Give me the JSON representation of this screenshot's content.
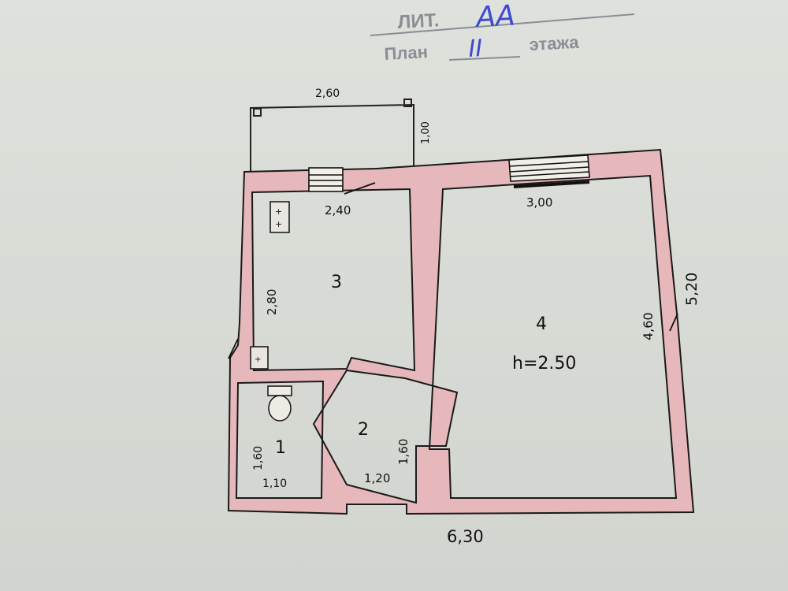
{
  "header": {
    "lit_label": "ЛИТ.",
    "lit_value": "АА",
    "plan_label": "План",
    "floor_value": "II",
    "floor_suffix": "этажа"
  },
  "rooms": [
    {
      "id": "room-1",
      "number": "1"
    },
    {
      "id": "room-2",
      "number": "2"
    },
    {
      "id": "room-3",
      "number": "3"
    },
    {
      "id": "room-4",
      "number": "4"
    }
  ],
  "ceiling_height": "h=2.50",
  "dimensions": {
    "balcony_width": "2,60",
    "balcony_depth": "1,00",
    "kitchen_width": "2,40",
    "kitchen_depth": "2,80",
    "living_width": "3,00",
    "living_depth": "4,60",
    "overall_depth": "5,20",
    "bath_depth": "1,60",
    "bath_width": "1,10",
    "hall_width": "1,20",
    "hall_depth": "1,60",
    "overall_width": "6,30"
  },
  "colors": {
    "wall_fill": "#e7b8bb",
    "ink": "#111111",
    "stamp_gray": "#8a8e95",
    "pen_blue": "#3d4ad1"
  }
}
